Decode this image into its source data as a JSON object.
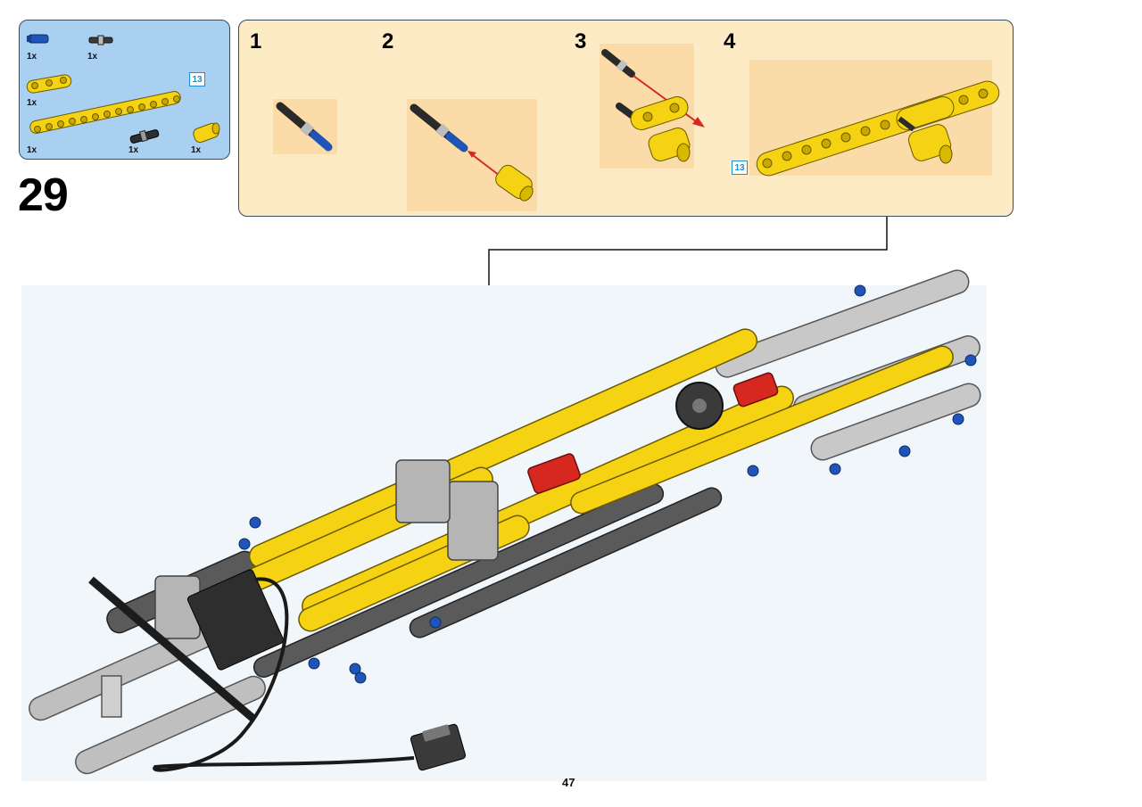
{
  "step": {
    "number": "29"
  },
  "parts_list": {
    "items": [
      {
        "part": "blue-axle-pin",
        "qty": "1x"
      },
      {
        "part": "black-axle-pin",
        "qty": "1x"
      },
      {
        "part": "yellow-beam-3",
        "qty": "1x"
      },
      {
        "part": "yellow-beam-13",
        "qty": "1x",
        "length_ref": "13"
      },
      {
        "part": "black-friction-pin",
        "qty": "1x"
      },
      {
        "part": "yellow-connector",
        "qty": "1x"
      }
    ]
  },
  "substeps": [
    {
      "number": "1"
    },
    {
      "number": "2"
    },
    {
      "number": "3"
    },
    {
      "number": "4",
      "length_ref": "13"
    }
  ],
  "colors": {
    "parts_bg": "#a9d0f0",
    "substep_bg": "#fdebc6",
    "yellow": "#f6d312",
    "blue": "#1f55b8",
    "red_arrow": "#d6281e",
    "ref_blue": "#1e8fd0"
  },
  "page": {
    "number": "47"
  }
}
